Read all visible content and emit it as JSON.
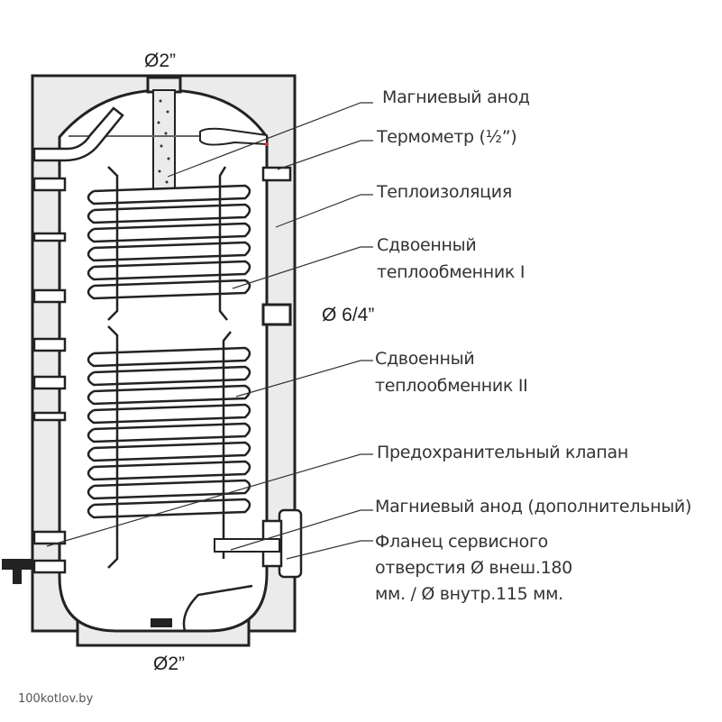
{
  "diagram": {
    "type": "cross-section",
    "subject": "indirect water heater tank with twin heat exchangers",
    "colors": {
      "stroke": "#222222",
      "insulation": "#ebebeb",
      "tank_interior": "#ffffff",
      "label_text": "#333333",
      "thermometer_marker": "#d33030"
    },
    "dimensions": {
      "top_connection": "Ø2”",
      "side_connection": "Ø 6/4”",
      "bottom_connection": "Ø2”"
    },
    "labels": [
      {
        "id": "anode",
        "lines": [
          "Магниевый анод"
        ]
      },
      {
        "id": "thermometer",
        "lines": [
          "Термометр (½”)"
        ]
      },
      {
        "id": "insulation",
        "lines": [
          "Теплоизоляция"
        ]
      },
      {
        "id": "exchanger-1",
        "lines": [
          "Сдвоенный",
          "теплообменник I"
        ]
      },
      {
        "id": "exchanger-2",
        "lines": [
          "Сдвоенный",
          "теплообменник II"
        ]
      },
      {
        "id": "safety-valve",
        "lines": [
          "Предохранительный клапан"
        ]
      },
      {
        "id": "anode-extra",
        "lines": [
          "Магниевый анод (дополнительный)"
        ]
      },
      {
        "id": "flange",
        "lines": [
          "Фланец сервисного",
          "отверстия Ø внеш.180",
          "мм. / Ø внутр.115 мм."
        ]
      }
    ],
    "watermark": "100kotlov.by"
  }
}
